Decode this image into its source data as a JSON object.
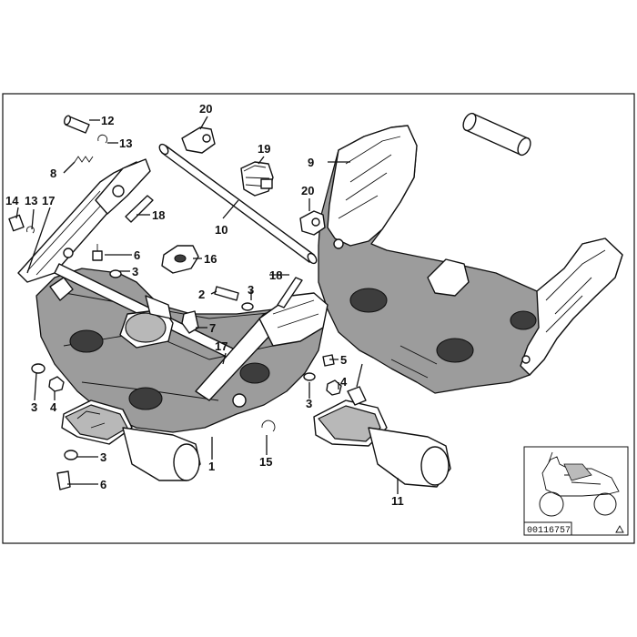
{
  "diagram": {
    "id": "00116757",
    "labels": [
      "1",
      "2",
      "3",
      "4",
      "5",
      "6",
      "7",
      "8",
      "9",
      "10",
      "11",
      "12",
      "13",
      "14",
      "15",
      "16",
      "17",
      "18",
      "19",
      "20"
    ]
  },
  "callouts": {
    "c12": "12",
    "c13a": "13",
    "c8": "8",
    "c14": "14",
    "c13b": "13",
    "c17a": "17",
    "c18a": "18",
    "c20a": "20",
    "c19": "19",
    "c10": "10",
    "c20b": "20",
    "c9": "9",
    "c6a": "6",
    "c3a": "3",
    "c16": "16",
    "c2": "2",
    "c3b": "3",
    "c7": "7",
    "c18b": "18",
    "c17b": "17",
    "c5": "5",
    "c3c": "3",
    "c4a": "4",
    "c3d": "3",
    "c4b": "4",
    "c3e": "3",
    "c6b": "6",
    "c1": "1",
    "c15": "15",
    "c11": "11"
  }
}
